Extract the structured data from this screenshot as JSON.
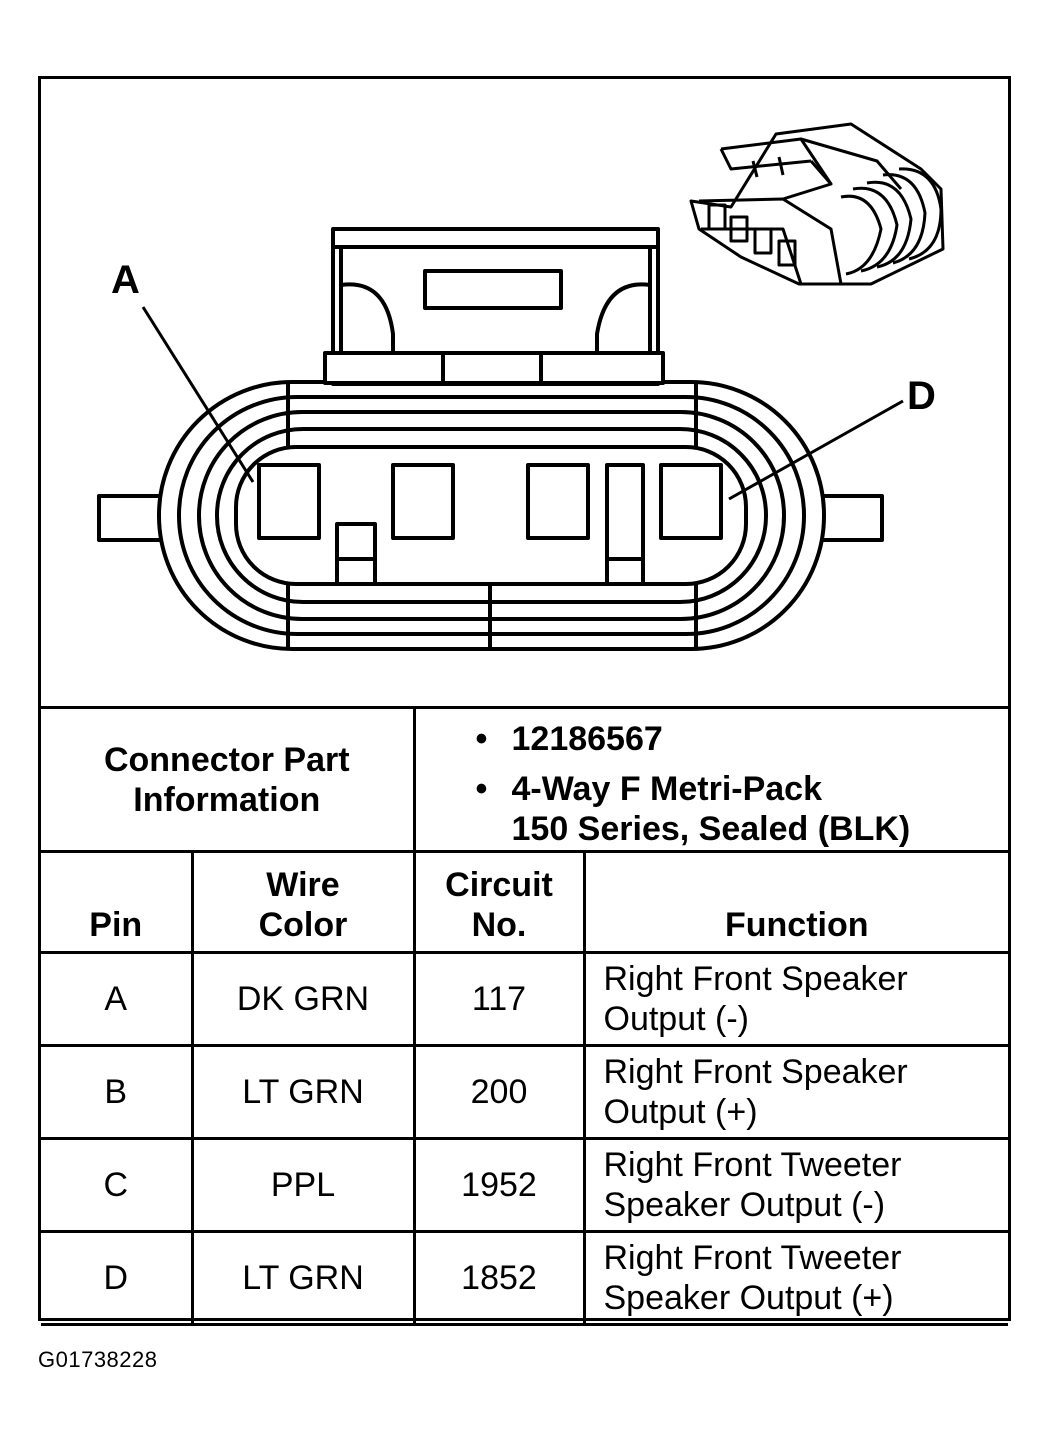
{
  "diagram": {
    "pin_callouts": [
      "A",
      "D"
    ],
    "icon": "connector-3d-icon"
  },
  "connector_info": {
    "label_line1": "Connector Part",
    "label_line2": "Information",
    "bullet_1": "12186567",
    "bullet_2_line1": "4-Way F Metri-Pack",
    "bullet_2_line2": "150 Series, Sealed (BLK)"
  },
  "table": {
    "headers": {
      "pin": "Pin",
      "wire_color_line1": "Wire",
      "wire_color_line2": "Color",
      "circuit_line1": "Circuit",
      "circuit_line2": "No.",
      "function": "Function"
    },
    "rows": [
      {
        "pin": "A",
        "wire_color": "DK GRN",
        "circuit": "117",
        "function_line1": "Right Front Speaker",
        "function_line2": "Output (-)"
      },
      {
        "pin": "B",
        "wire_color": "LT GRN",
        "circuit": "200",
        "function_line1": "Right Front Speaker",
        "function_line2": "Output (+)"
      },
      {
        "pin": "C",
        "wire_color": "PPL",
        "circuit": "1952",
        "function_line1": "Right Front Tweeter",
        "function_line2": "Speaker Output (-)"
      },
      {
        "pin": "D",
        "wire_color": "LT GRN",
        "circuit": "1852",
        "function_line1": "Right Front Tweeter",
        "function_line2": "Speaker Output (+)"
      }
    ]
  },
  "footer": {
    "figure_code": "G01738228"
  }
}
